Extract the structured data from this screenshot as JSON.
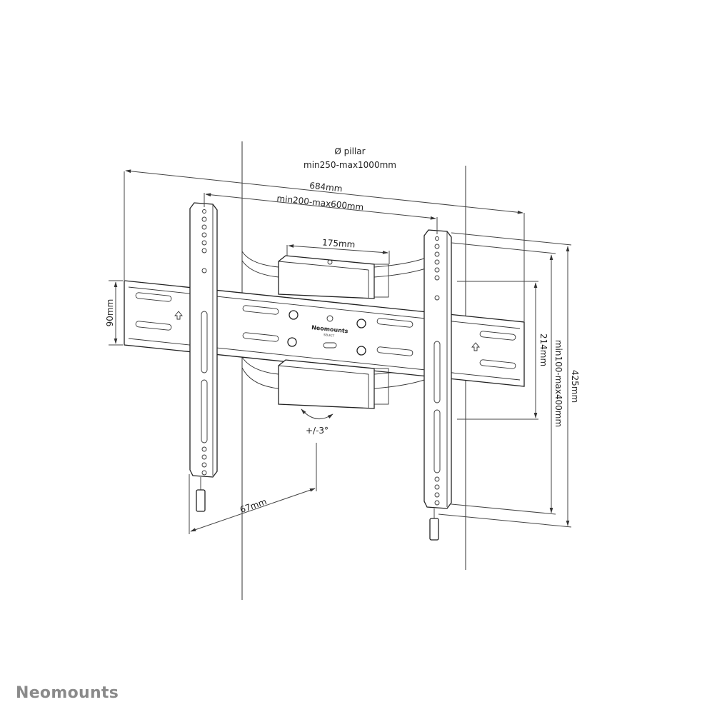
{
  "diagram": {
    "title": "Pillar TV wall mount dimension drawing",
    "labels": {
      "pillar_title": "Ø pillar",
      "pillar_range": "min250-max1000mm",
      "total_width": "684mm",
      "vesa_width": "min200-max600mm",
      "clamp_width": "175mm",
      "rail_height": "90mm",
      "clamp_spacing": "214mm",
      "vesa_height": "min100-max400mm",
      "total_height": "425mm",
      "tilt": "+/-3°",
      "depth": "67mm"
    },
    "plate_logo": {
      "name": "Neomounts",
      "sub": "SELECT"
    }
  },
  "footer": {
    "brand": "Neomounts"
  },
  "colors": {
    "line": "#333333",
    "brand_gray": "#8a8a8a",
    "background": "#ffffff"
  }
}
